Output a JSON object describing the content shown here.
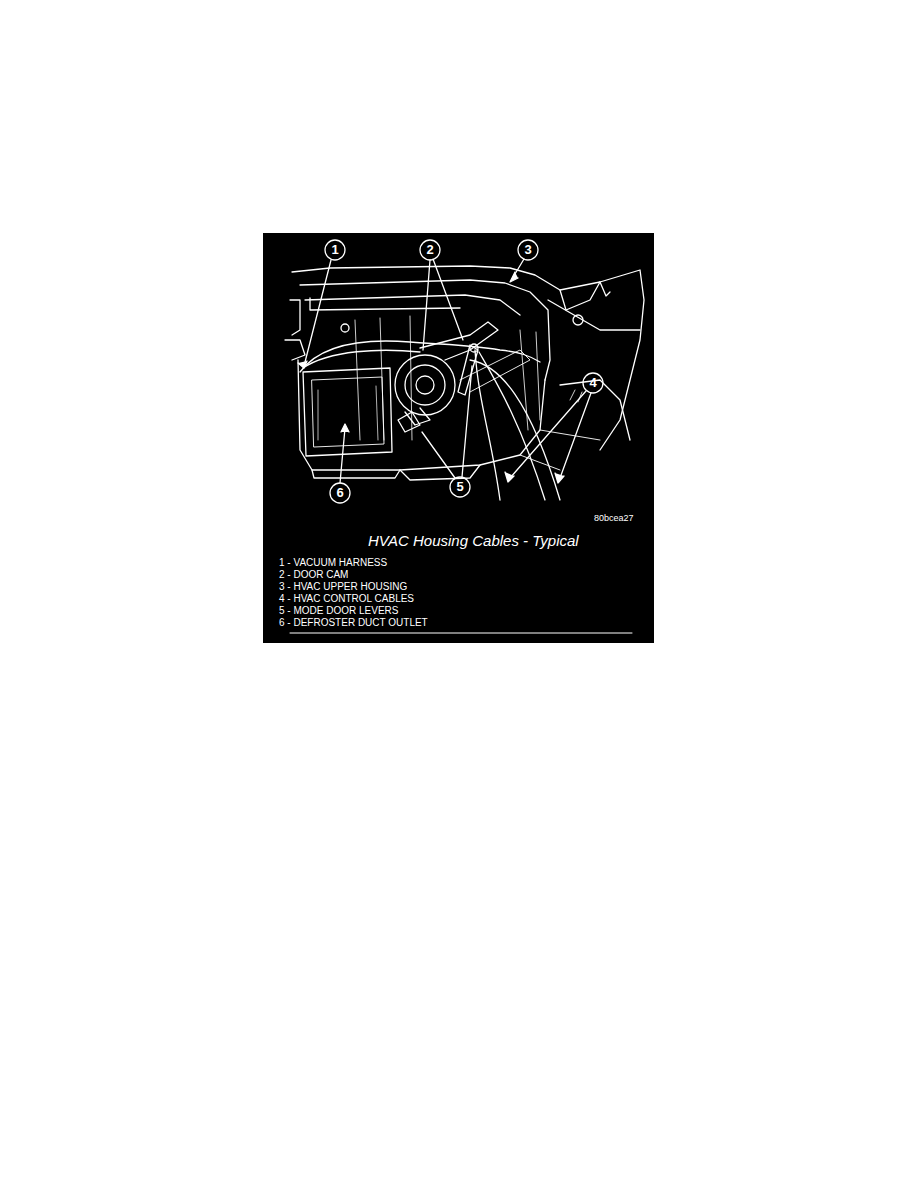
{
  "diagram": {
    "title": "HVAC Housing Cables - Typical",
    "labels": [
      "1",
      "2",
      "3",
      "4",
      "5",
      "6",
      "80bcea27",
      "1 - VACUUM HARNESS",
      "2 - DOOR CAM",
      "3 - HVAC UPPER HOUSING",
      "4 - HVAC CONTROL CABLES",
      "5 - MODE DOOR LEVERS",
      "6 - DEFROSTER DUCT OUTLET"
    ]
  }
}
